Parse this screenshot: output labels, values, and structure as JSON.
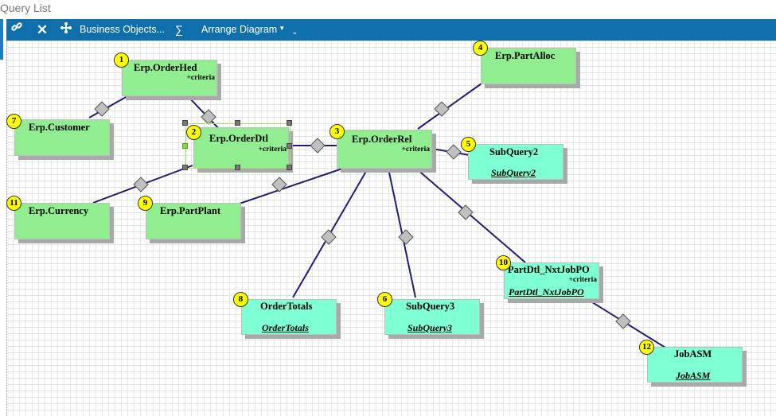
{
  "panel": {
    "title": "Query List"
  },
  "toolbar": {
    "link_icon": "link-icon",
    "delete_icon": "close-icon",
    "business_objects_label": "Business Objects...",
    "sum_label": "∑",
    "arrange_label": "Arrange Diagram",
    "colors": {
      "background": "#0e6faa",
      "text": "#ffffff"
    }
  },
  "colors": {
    "table_node": "#90ee90",
    "subquery_node": "#7fffd4",
    "badge": "#ffff00",
    "link": "#1f1f6e"
  },
  "nodes": {
    "n1": {
      "number": "1",
      "name": "Erp.OrderHed",
      "criteria": "+criteria"
    },
    "n2": {
      "number": "2",
      "name": "Erp.OrderDtl",
      "criteria": "+criteria"
    },
    "n3": {
      "number": "3",
      "name": "Erp.OrderRel",
      "criteria": "+criteria"
    },
    "n4": {
      "number": "4",
      "name": "Erp.PartAlloc"
    },
    "n5": {
      "number": "5",
      "name": "SubQuery2",
      "link": "SubQuery2"
    },
    "n6": {
      "number": "6",
      "name": "SubQuery3",
      "link": "SubQuery3"
    },
    "n7": {
      "number": "7",
      "name": "Erp.Customer"
    },
    "n8": {
      "number": "8",
      "name": "OrderTotals",
      "link": "OrderTotals"
    },
    "n9": {
      "number": "9",
      "name": "Erp.PartPlant"
    },
    "n10": {
      "number": "10",
      "name": "PartDtl_NxtJobPO",
      "criteria": "+criteria",
      "link": "PartDtl_NxtJobPO"
    },
    "n11": {
      "number": "11",
      "name": "Erp.Currency"
    },
    "n12": {
      "number": "12",
      "name": "JobASM",
      "link": "JobASM"
    }
  }
}
